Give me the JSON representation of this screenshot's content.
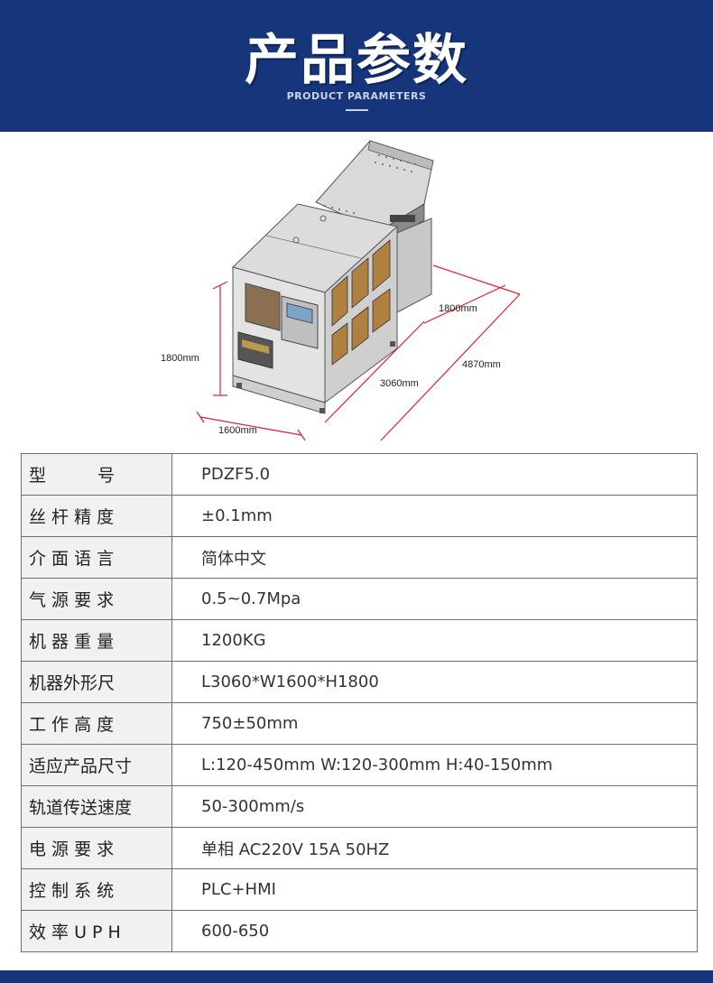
{
  "header": {
    "title": "产品参数",
    "subtitle": "PRODUCT PARAMETERS"
  },
  "dimensions": {
    "height": "1800mm",
    "width": "1600mm",
    "length_body": "3060mm",
    "depth": "1800mm",
    "length_total": "4870mm"
  },
  "specs": [
    {
      "label": "型　　　号",
      "value": "PDZF5.0"
    },
    {
      "label": "丝 杆 精 度",
      "value": "±0.1mm"
    },
    {
      "label": "介 面 语 言",
      "value": "简体中文"
    },
    {
      "label": "气 源 要 求",
      "value": "0.5~0.7Mpa"
    },
    {
      "label": "机 器 重 量",
      "value": "1200KG"
    },
    {
      "label": "机器外形尺",
      "value": "L3060*W1600*H1800"
    },
    {
      "label": "工 作 高 度",
      "value": "750±50mm"
    },
    {
      "label": "适应产品尺寸",
      "value": "L:120-450mm W:120-300mm H:40-150mm"
    },
    {
      "label": "轨道传送速度",
      "value": "50-300mm/s"
    },
    {
      "label": "电 源 要 求",
      "value": "单相 AC220V 15A 50HZ"
    },
    {
      "label": "控 制 系 统",
      "value": "PLC+HMI"
    },
    {
      "label": "效 率 U P H",
      "value": "600-650"
    }
  ],
  "colors": {
    "brand_blue": "#17357a",
    "dimension_red": "#d9232d"
  }
}
